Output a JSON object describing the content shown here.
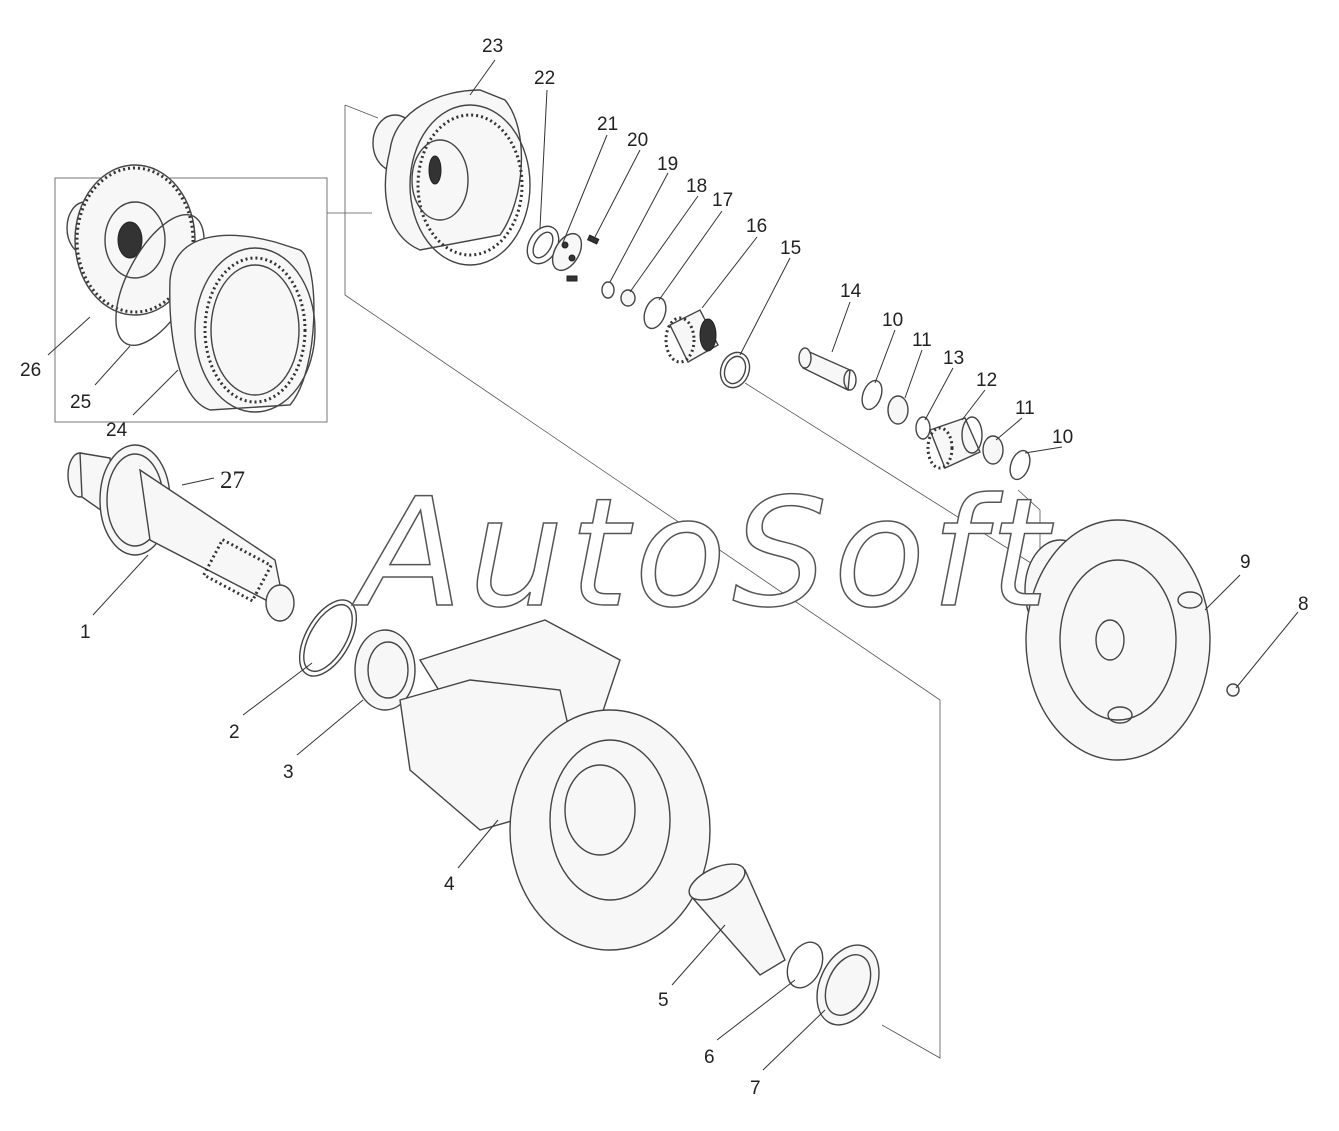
{
  "watermark": "AutoSoft",
  "callouts": [
    {
      "id": "1",
      "label": "1"
    },
    {
      "id": "2",
      "label": "2"
    },
    {
      "id": "3",
      "label": "3"
    },
    {
      "id": "4",
      "label": "4"
    },
    {
      "id": "5",
      "label": "5"
    },
    {
      "id": "6",
      "label": "6"
    },
    {
      "id": "7",
      "label": "7"
    },
    {
      "id": "8",
      "label": "8"
    },
    {
      "id": "9",
      "label": "9"
    },
    {
      "id": "10a",
      "label": "10"
    },
    {
      "id": "10b",
      "label": "10"
    },
    {
      "id": "11a",
      "label": "11"
    },
    {
      "id": "11b",
      "label": "11"
    },
    {
      "id": "12",
      "label": "12"
    },
    {
      "id": "13",
      "label": "13"
    },
    {
      "id": "14",
      "label": "14"
    },
    {
      "id": "15",
      "label": "15"
    },
    {
      "id": "16",
      "label": "16"
    },
    {
      "id": "17",
      "label": "17"
    },
    {
      "id": "18",
      "label": "18"
    },
    {
      "id": "19",
      "label": "19"
    },
    {
      "id": "20",
      "label": "20"
    },
    {
      "id": "21",
      "label": "21"
    },
    {
      "id": "22",
      "label": "22"
    },
    {
      "id": "23",
      "label": "23"
    },
    {
      "id": "24",
      "label": "24"
    },
    {
      "id": "25",
      "label": "25"
    },
    {
      "id": "26",
      "label": "26"
    },
    {
      "id": "27",
      "label": "27"
    }
  ]
}
